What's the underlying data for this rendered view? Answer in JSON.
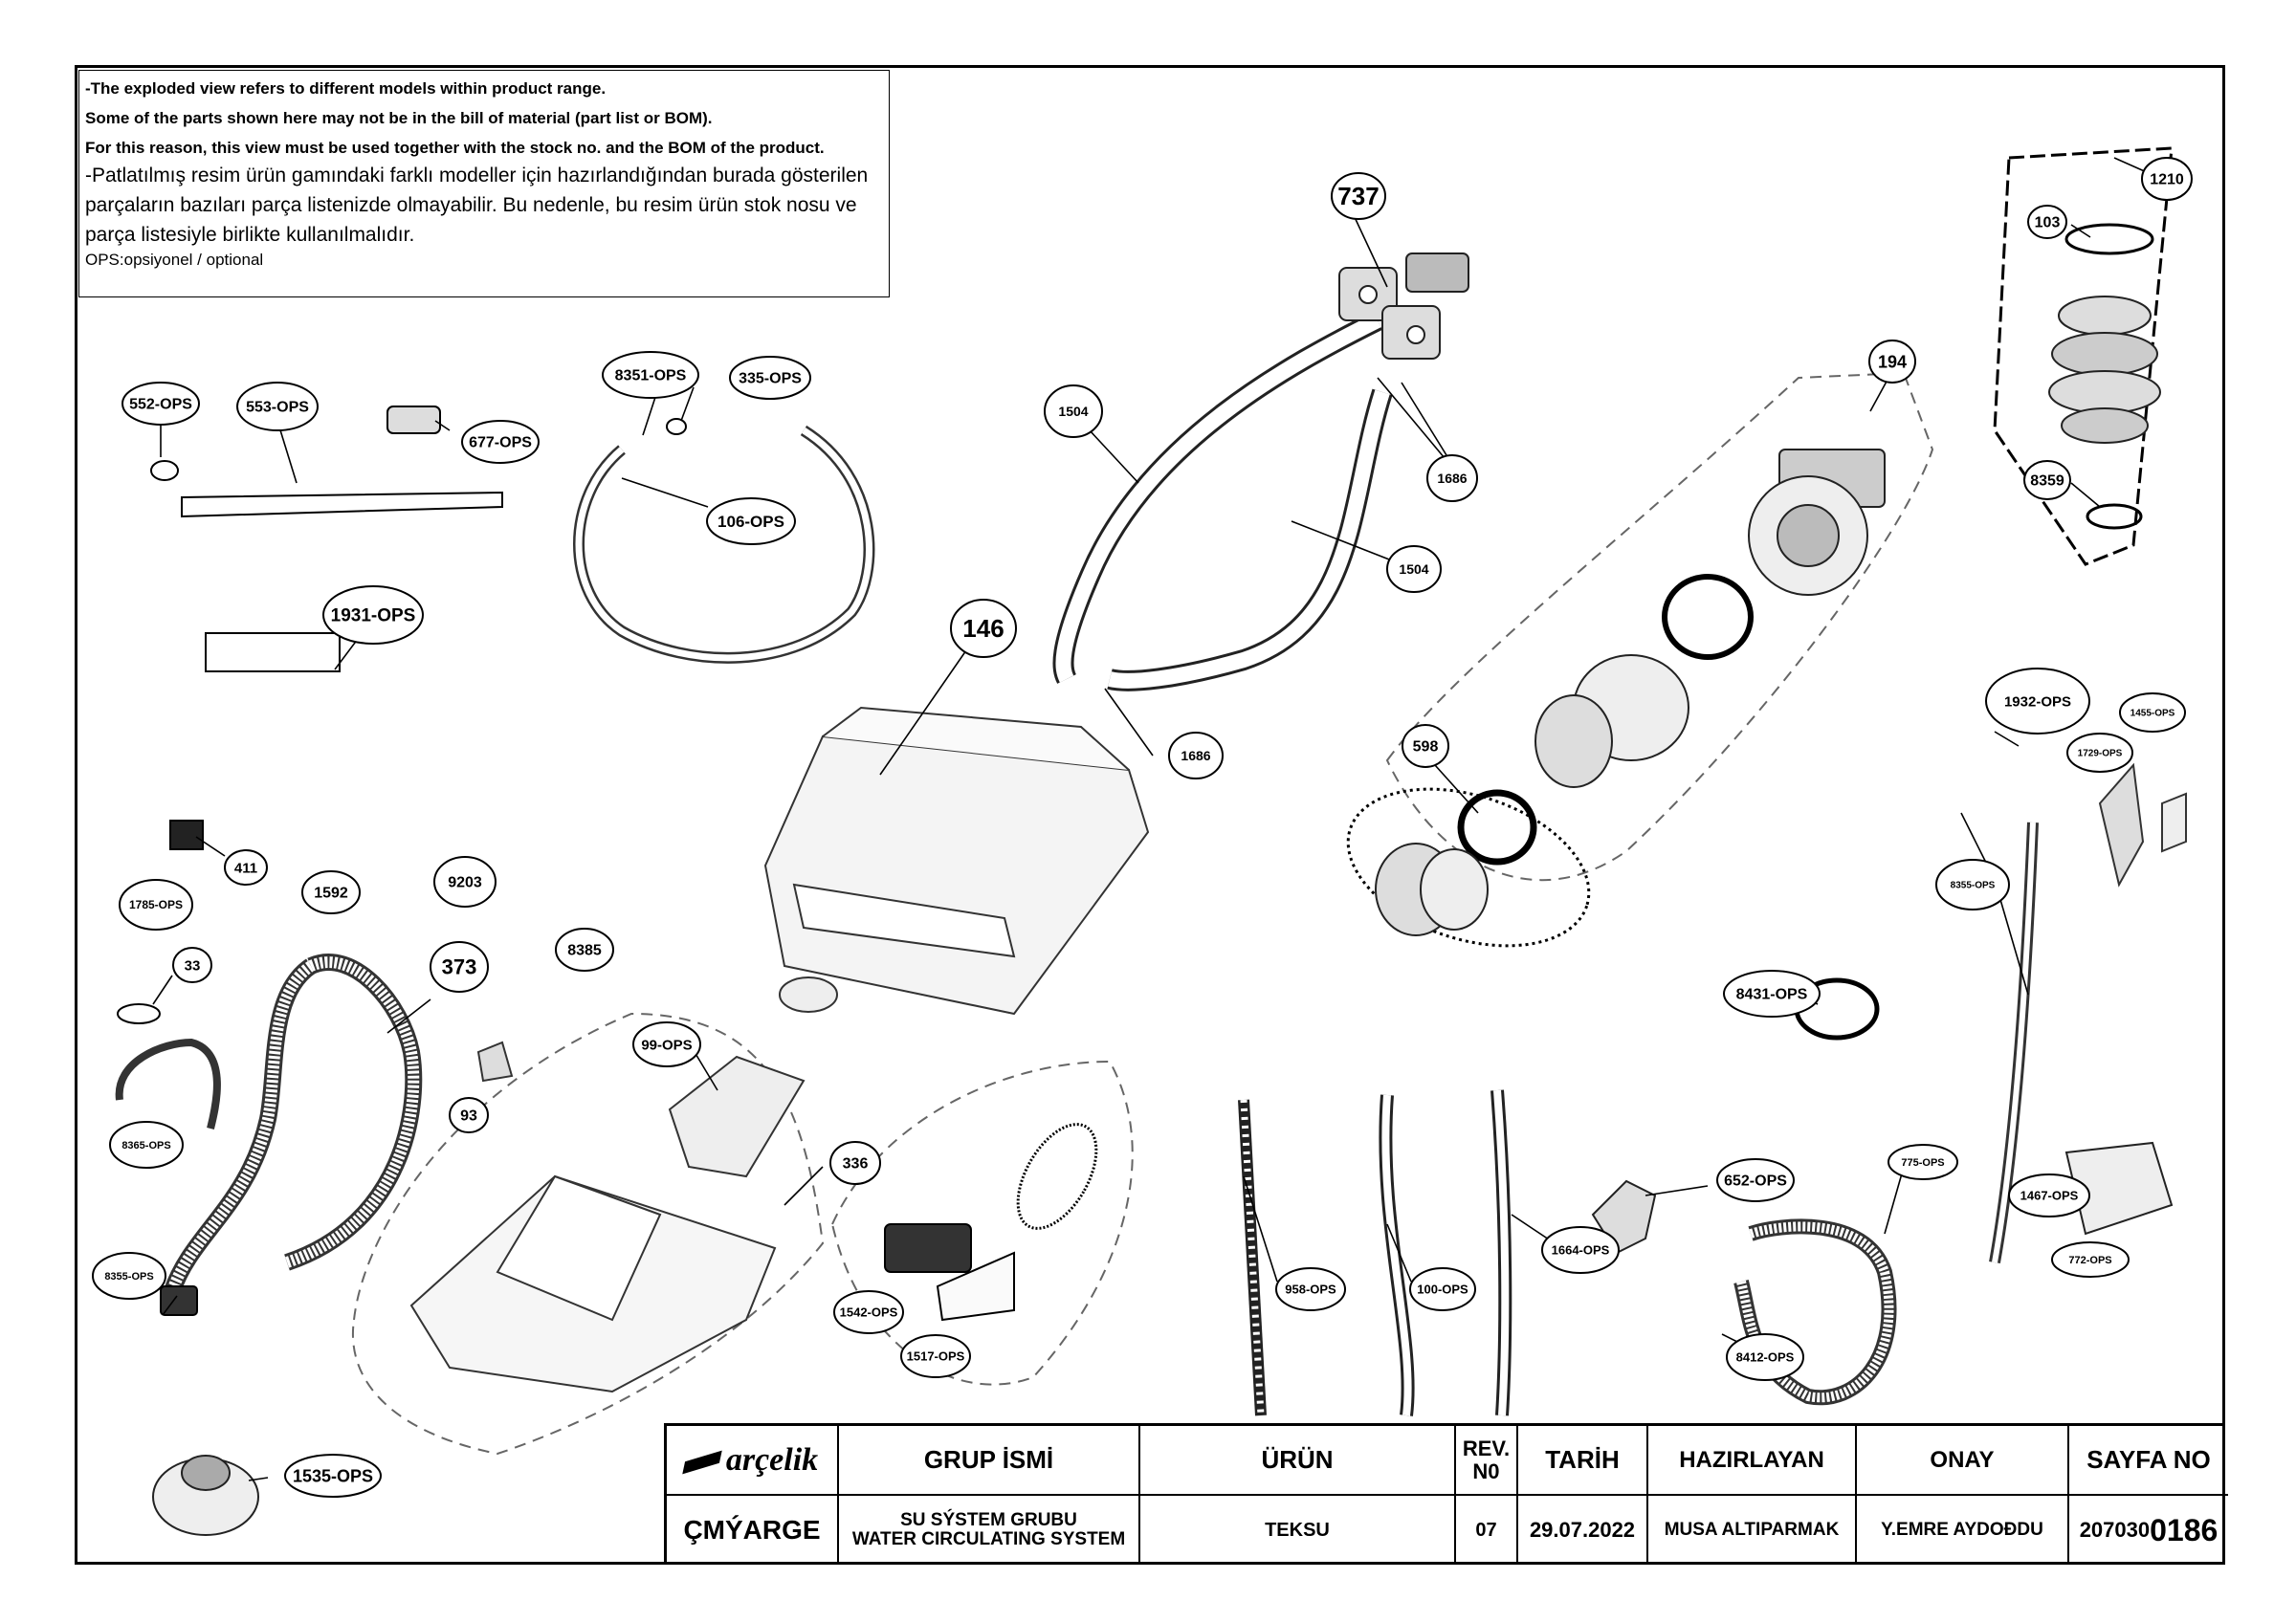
{
  "notes": {
    "en_line1": "-The exploded view refers to different models within product range.",
    "en_line2": "Some of the parts shown here may not be in the bill of material (part list or BOM).",
    "en_line3": "For this reason, this view must be used together with the stock no. and the BOM of the product.",
    "tr_line1": "-Patlatılmış resim ürün gamındaki farklı modeller için hazırlandığından burada gösterilen",
    "tr_line2": "parçaların bazıları parça listenizde olmayabilir. Bu nedenle, bu resim ürün stok nosu ve",
    "tr_line3": "parça listesiyle birlikte kullanılmalıdır.",
    "ops_line": "OPS:opsiyonel / optional"
  },
  "callouts": {
    "c737": "737",
    "c1210": "1210",
    "c103": "103",
    "c8359": "8359",
    "c552": "552-OPS",
    "c553": "553-OPS",
    "c677": "677-OPS",
    "c8351": "8351-OPS",
    "c335": "335-OPS",
    "c106": "106-OPS",
    "c1504a": "1504",
    "c1504b": "1504",
    "c1686a": "1686",
    "c1686b": "1686",
    "c194": "194",
    "c1931": "1931-OPS",
    "c146": "146",
    "c598": "598",
    "c1932": "1932-OPS",
    "c1455": "1455-OPS",
    "c1729": "1729-OPS",
    "c8355r": "8355-OPS",
    "c411": "411",
    "c1785": "1785-OPS",
    "c1592": "1592",
    "c9203": "9203",
    "c8385": "8385",
    "c33": "33",
    "c373": "373",
    "c8431": "8431-OPS",
    "c99": "99-OPS",
    "c93": "93",
    "c8365": "8365-OPS",
    "c336": "336",
    "c775": "775-OPS",
    "c652": "652-OPS",
    "c1467": "1467-OPS",
    "c772": "772-OPS",
    "c8355l": "8355-OPS",
    "c1542": "1542-OPS",
    "c1517": "1517-OPS",
    "c958": "958-OPS",
    "c100": "100-OPS",
    "c1664": "1664-OPS",
    "c8412": "8412-OPS",
    "c1535": "1535-OPS"
  },
  "title_block": {
    "brand": "arçelik",
    "h_group": "GRUP İSMİ",
    "h_product": "ÜRÜN",
    "h_rev": "REV.\nN0",
    "h_date": "TARİH",
    "h_prepared": "HAZIRLAYAN",
    "h_approval": "ONAY",
    "h_page": "SAYFA NO",
    "company": "ÇMÝARGE",
    "group_tr": "SU SÝSTEM GRUBU",
    "group_en": "WATER CIRCULATING SYSTEM",
    "product": "TEKSU",
    "rev": "07",
    "date": "29.07.2022",
    "prepared": "MUSA ALTIPARMAK",
    "approval": "Y.EMRE AYDOÐDU",
    "page_small": "207030",
    "page_big": "0186"
  },
  "colors": {
    "line": "#000000",
    "part": "#333333",
    "shade": "#888888"
  }
}
